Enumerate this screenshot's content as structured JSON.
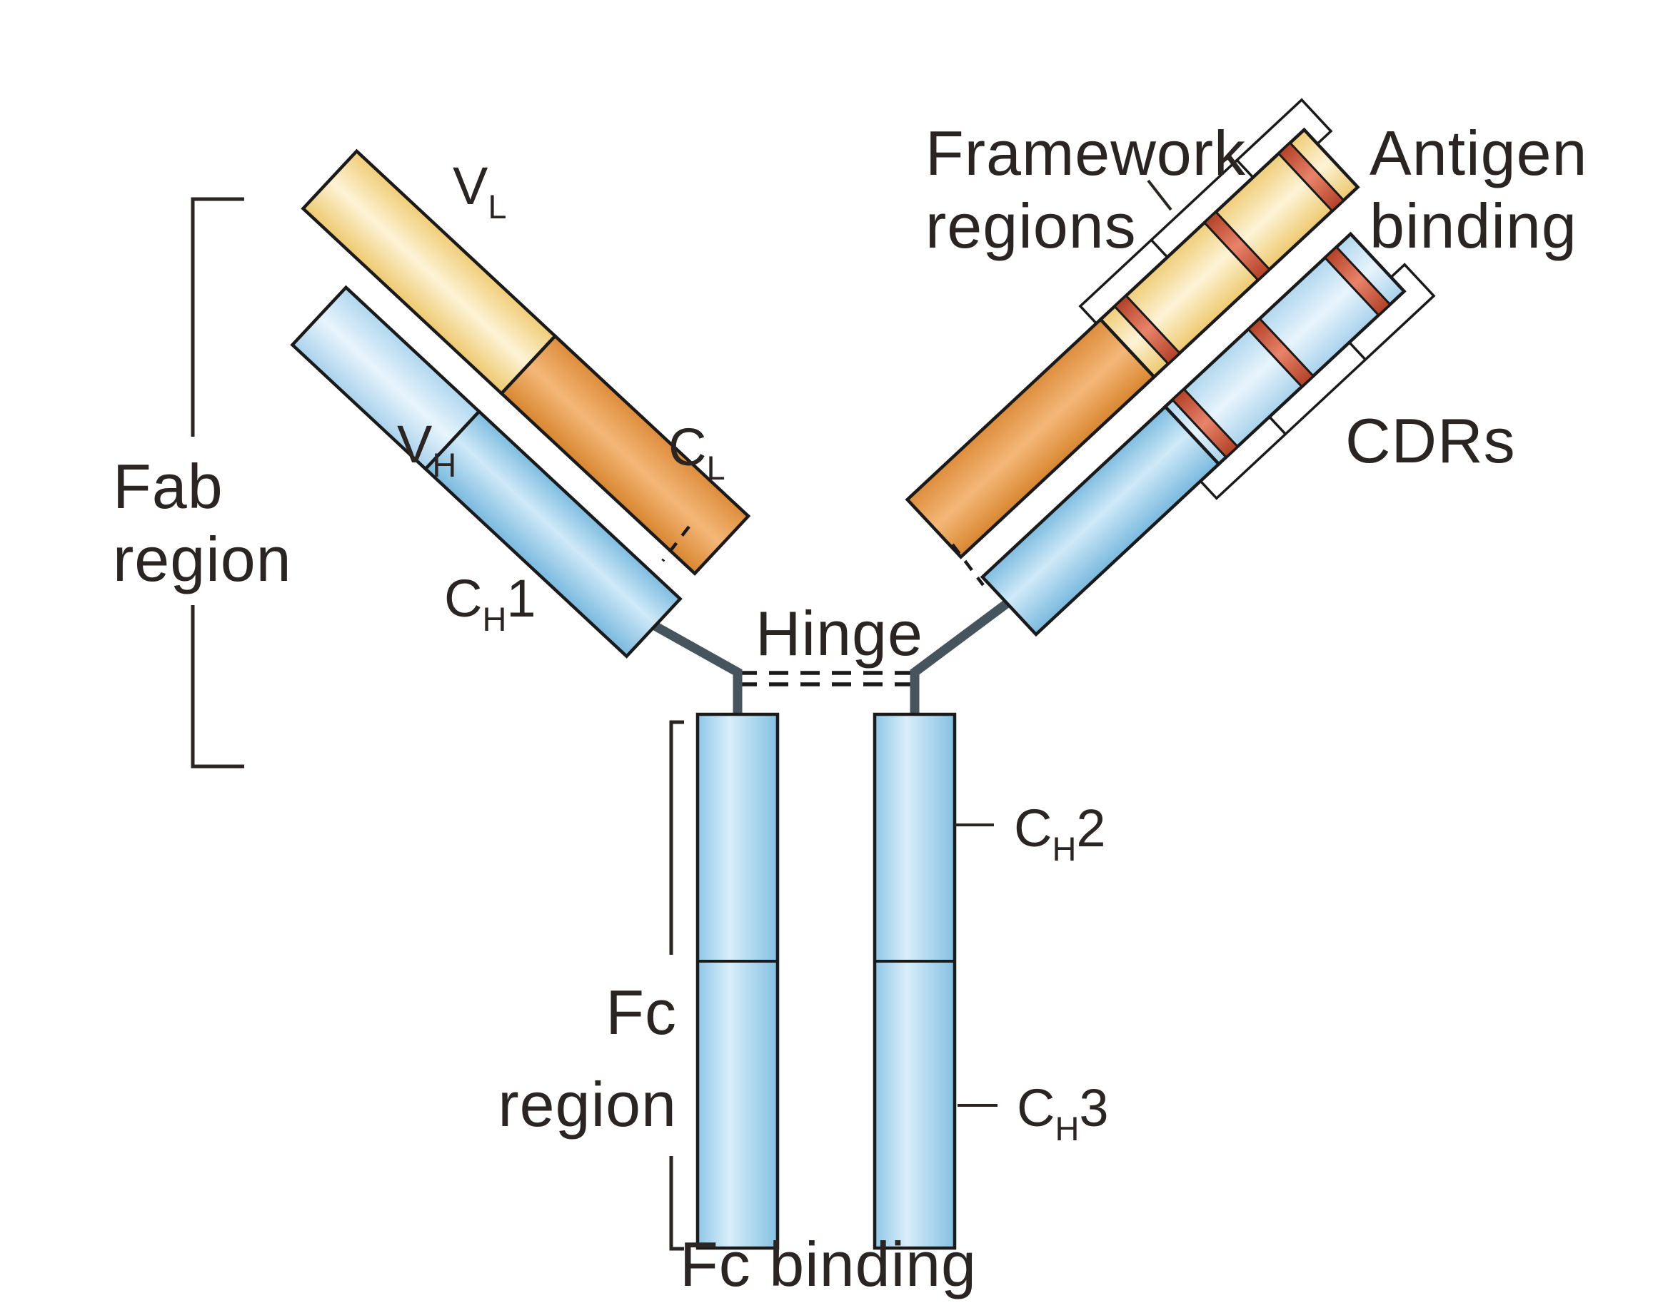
{
  "figure": {
    "name": "Antibody (immunoglobulin) structure diagram",
    "type": "schematic"
  },
  "colors": {
    "background": "#ffffff",
    "bar_blue_mid": "#84c0e2",
    "bar_blue_pale": "#bcdef2",
    "bar_yellow_pale": "#f3d383",
    "bar_orange": "#dd8d3c",
    "cdr_band_red": "#c34f32",
    "hinge_connector_gray": "#46545e",
    "outline_black": "#1a1a1a",
    "text_dark": "#2a2422"
  },
  "labels": {
    "fab_region": {
      "line1": "Fab",
      "line2": "region"
    },
    "fc_region": {
      "line1": "Fc",
      "line2": "region"
    },
    "framework_regions": {
      "line1": "Framework",
      "line2": "regions"
    },
    "antigen_binding": {
      "line1": "Antigen",
      "line2": "binding"
    },
    "cdrs": "CDRs",
    "hinge": "Hinge",
    "fc_binding": "Fc binding",
    "domains": {
      "vl": {
        "main": "V",
        "sub": "L"
      },
      "cl": {
        "main": "C",
        "sub": "L"
      },
      "vh": {
        "main": "V",
        "sub": "H"
      },
      "ch1": {
        "main": "C",
        "sub": "H",
        "num": "1"
      },
      "ch2": {
        "main": "C",
        "sub": "H",
        "num": "2"
      },
      "ch3": {
        "main": "C",
        "sub": "H",
        "num": "3"
      }
    }
  }
}
